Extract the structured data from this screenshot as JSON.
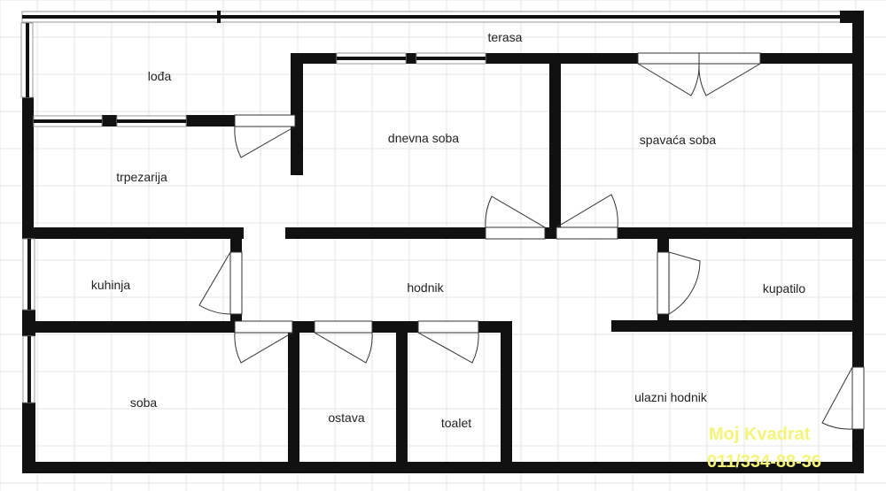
{
  "rooms": {
    "terasa": "terasa",
    "loda": "lođa",
    "trpezarija": "trpezarija",
    "dnevna_soba": "dnevna soba",
    "spavaca_soba": "spavaća soba",
    "kuhinja": "kuhinja",
    "hodnik": "hodnik",
    "kupatilo": "kupatilo",
    "soba": "soba",
    "ostava": "ostava",
    "toalet": "toalet",
    "ulazni_hodnik": "ulazni hodnik"
  },
  "watermark": {
    "name": "Moj Kvadrat",
    "phone": "011/334-88-36",
    "color": "#f4f47a"
  },
  "colors": {
    "wall": "#111111",
    "grid": "#e6e6e6"
  }
}
